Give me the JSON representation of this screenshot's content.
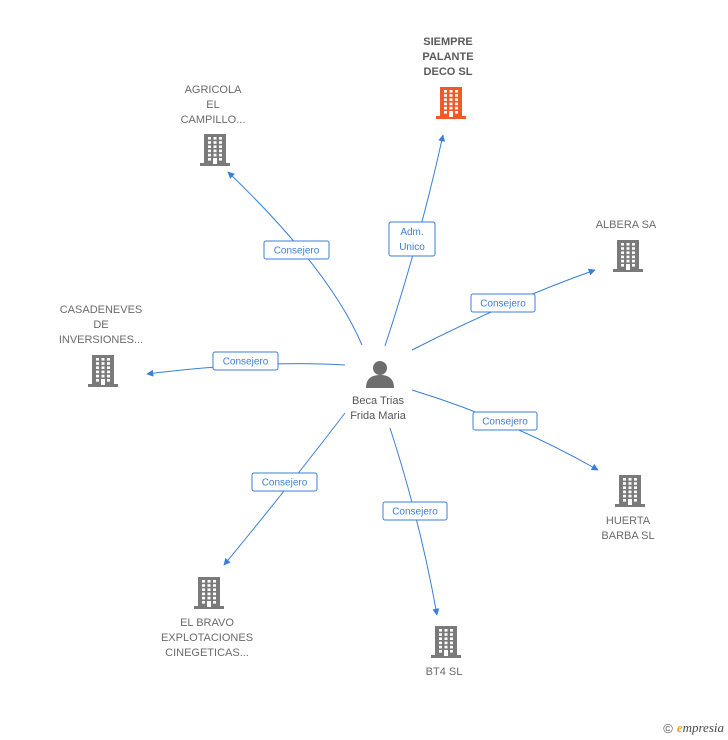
{
  "center": {
    "name_lines": [
      "Beca Trias",
      "Frida Maria"
    ],
    "icon": "person-icon"
  },
  "companies": [
    {
      "key": "siempre",
      "lines": [
        "SIEMPRE",
        "PALANTE",
        "DECO  SL"
      ],
      "highlight": true,
      "relation": [
        "Adm.",
        "Unico"
      ]
    },
    {
      "key": "agricola",
      "lines": [
        "AGRICOLA",
        "EL",
        "CAMPILLO..."
      ],
      "highlight": false,
      "relation": [
        "Consejero"
      ]
    },
    {
      "key": "albera",
      "lines": [
        "ALBERA SA"
      ],
      "highlight": false,
      "relation": [
        "Consejero"
      ]
    },
    {
      "key": "casadeneves",
      "lines": [
        "CASADENEVES",
        "DE",
        "INVERSIONES..."
      ],
      "highlight": false,
      "relation": [
        "Consejero"
      ]
    },
    {
      "key": "huerta",
      "lines": [
        "HUERTA",
        "BARBA  SL"
      ],
      "highlight": false,
      "relation": [
        "Consejero"
      ]
    },
    {
      "key": "elbravo",
      "lines": [
        "EL BRAVO",
        "EXPLOTACIONES",
        "CINEGETICAS..."
      ],
      "highlight": false,
      "relation": [
        "Consejero"
      ]
    },
    {
      "key": "bt4",
      "lines": [
        "BT4 SL"
      ],
      "highlight": false,
      "relation": [
        "Consejero"
      ]
    }
  ],
  "colors": {
    "edge": "#3b7fd4",
    "building": "#7a7a7a",
    "building_highlight": "#f05a28",
    "person": "#6e6e6e"
  },
  "footer": {
    "copyright": "©",
    "brand_initial": "e",
    "brand_rest": "mpresia"
  }
}
